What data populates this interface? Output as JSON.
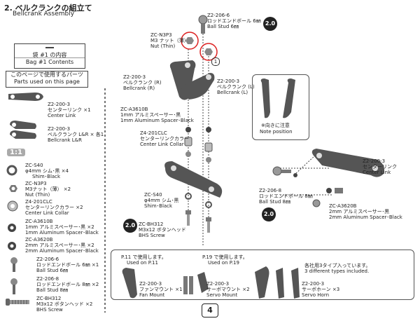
{
  "header": {
    "title": "2. ベルクランクの組立て",
    "subtitle": "Bellcrank Assembly"
  },
  "bag": {
    "line1": "袋 #1 の内容",
    "line2": "Bag #1 Contents"
  },
  "parts_used": {
    "title_jp": "このページで使用するパーツ",
    "title_en": "Parts used on this page",
    "scale": "1:1"
  },
  "parts_list": [
    {
      "code": "Z2-200-3",
      "jp": "センターリンク ×1",
      "en": "Center Link"
    },
    {
      "code": "Z2-200-3",
      "jp": "ベルクランク L&R × 各1",
      "en": "Bellcrank L&R"
    },
    {
      "code": "ZC-S40",
      "jp": "φ4mm シム･黒 ×4",
      "en": "Shim･Black"
    },
    {
      "code": "ZC-N3P3",
      "jp": "M3ナット（薄） ×2",
      "en": "Nut (Thin)"
    },
    {
      "code": "Z4-201CLC",
      "jp": "センターリンクカラー ×2",
      "en": "Center Link Collar"
    },
    {
      "code": "ZC-A3610B",
      "jp": "1mm アルミスペーサー･黒 ×2",
      "en": "1mm Aluminum Spacer･Black"
    },
    {
      "code": "ZC-A3620B",
      "jp": "2mm アルミスペーサー･黒 ×2",
      "en": "2mm Aluminum Spacer･Black"
    },
    {
      "code": "Z2-206-6",
      "jp": "ロッドエンドボール 6㎜ ×1",
      "en": "Ball Stud 6㎜"
    },
    {
      "code": "Z2-206-8",
      "jp": "ロッドエンドボール 8㎜ ×2",
      "en": "Ball Stud 8㎜"
    },
    {
      "code": "ZC-BH312",
      "jp": "M3x12 ボタンヘッド ×2",
      "en": "BHS Screw"
    }
  ],
  "diagram": {
    "ball6": {
      "code": "Z2-206-6",
      "jp": "ロッドエンドボール 6㎜",
      "en": "Ball Stud 6㎜"
    },
    "torque": "2.0",
    "nut": {
      "code": "ZC-N3P3",
      "jp": "M3 ナット（薄）",
      "en": "Nut (Thin)"
    },
    "bell_r": {
      "code": "Z2-200-3",
      "jp": "ベルクランク (R)",
      "en": "Bellcrank (R)"
    },
    "bell_l": {
      "code": "Z2-200-3",
      "jp": "ベルクランク (L)",
      "en": "Bellcrank (L)"
    },
    "step_num": "1",
    "spacer1": {
      "code": "ZC-A3610B",
      "jp": "1mm アルミスペーサー･黒",
      "en": "1mm Aluminum Spacer･Black"
    },
    "collar": {
      "code": "Z4-201CLC",
      "jp": "センターリンクカラー",
      "en": "Center Link Collar"
    },
    "shim": {
      "code": "ZC-S40",
      "jp": "φ4mm シム･黒",
      "en": "Shim･Black"
    },
    "screw": {
      "code": "ZC-BH312",
      "jp": "M3x12 ボタンヘッド",
      "en": "BHS Screw"
    },
    "note_jp": "※向きに注意",
    "note_en": "Note position",
    "center_link": {
      "code": "Z2-200-3",
      "jp": "センターリンク",
      "en": "Center Link"
    },
    "ball8": {
      "code": "Z2-206-8",
      "jp": "ロッドエンドボール 8㎜",
      "en": "Ball Stud 8㎜"
    },
    "spacer2": {
      "code": "ZC-A3620B",
      "jp": "2mm アルミスペーサー･黒",
      "en": "2mm Aluminum Spacer･Black"
    }
  },
  "bottom": {
    "p11_jp": "P.11 で使用します。",
    "p11_en": "Used on P.11",
    "p19_jp": "P.19 で使用します。",
    "p19_en": "Used on P.19",
    "fan": {
      "code": "Z2-200-3",
      "jp": "ファンマウント ×1",
      "en": "Fan Mount"
    },
    "servo_mount": {
      "code": "Z2-200-3",
      "jp": "サーボマウント ×2",
      "en": "Servo Mount"
    },
    "servo_horn": {
      "code": "Z2-200-3",
      "jp": "サーボホーン ×3",
      "en": "Servo Horn"
    },
    "types_jp": "各社用3タイプ入っています。",
    "types_en1": "3 different types included.",
    "types_en2": ""
  },
  "page_number": "4"
}
